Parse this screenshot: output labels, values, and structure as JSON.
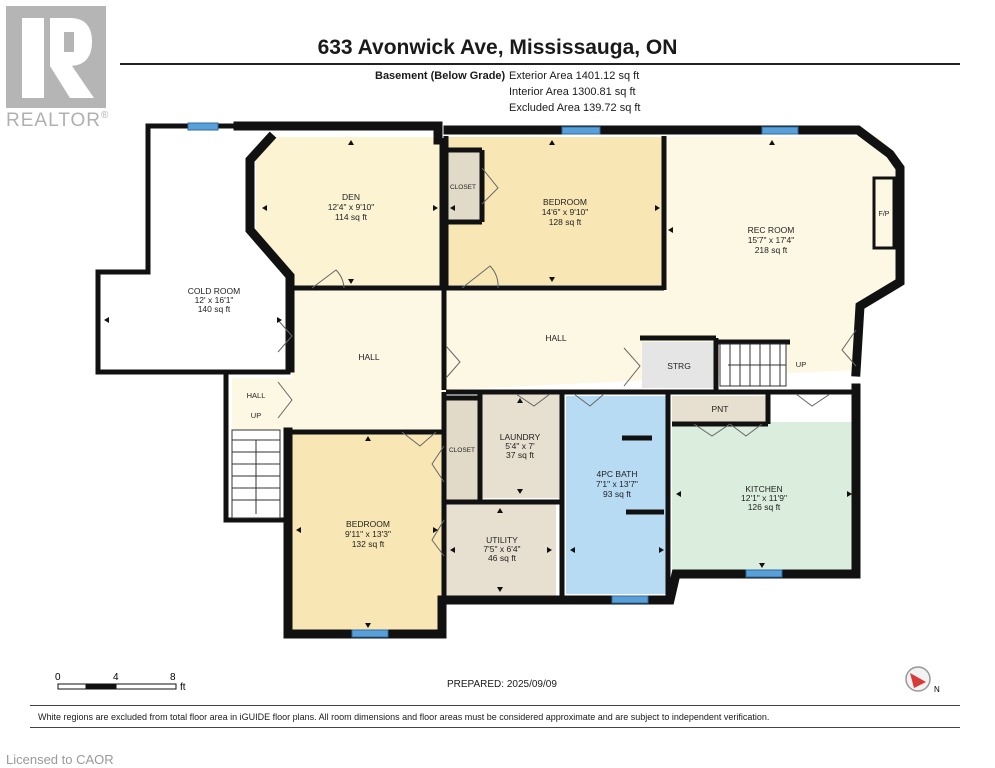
{
  "logo": {
    "text": "REALTOR",
    "reg_mark": "®"
  },
  "title": "633 Avonwick Ave, Mississauga, ON",
  "level": {
    "name": "Basement (Below Grade)",
    "areas": [
      "Exterior Area 1401.12 sq ft",
      "Interior Area 1300.81 sq ft",
      "Excluded Area 139.72 sq ft"
    ]
  },
  "rooms": {
    "den": {
      "name": "DEN",
      "dims": "12'4\" x 9'10\"",
      "area": "114 sq ft"
    },
    "bedroom1": {
      "name": "BEDROOM",
      "dims": "14'6\" x 9'10\"",
      "area": "128 sq ft"
    },
    "rec_room": {
      "name": "REC ROOM",
      "dims": "15'7\" x 17'4\"",
      "area": "218 sq ft"
    },
    "cold_room": {
      "name": "COLD ROOM",
      "dims": "12' x 16'1\"",
      "area": "140 sq ft"
    },
    "laundry": {
      "name": "LAUNDRY",
      "dims": "5'4\" x 7'",
      "area": "37 sq ft"
    },
    "bath": {
      "name": "4PC BATH",
      "dims": "7'1\" x 13'7\"",
      "area": "93 sq ft"
    },
    "kitchen": {
      "name": "KITCHEN",
      "dims": "12'1\" x 11'9\"",
      "area": "126 sq ft"
    },
    "bedroom2": {
      "name": "BEDROOM",
      "dims": "9'11\" x 13'3\"",
      "area": "132 sq ft"
    },
    "utility": {
      "name": "UTILITY",
      "dims": "7'5\" x 6'4\"",
      "area": "46 sq ft"
    }
  },
  "labels": {
    "closet": "CLOSET",
    "hall": "HALL",
    "up": "UP",
    "strg": "STRG",
    "pnt": "PNT",
    "fp": "F/P"
  },
  "colors": {
    "wall": "#111111",
    "window": "#5aa0d8",
    "den": "#fbf3d2",
    "hall": "#fdf8e4",
    "bedroom": "#f8e7b4",
    "closet": "#e2dac8",
    "laundry": "#e7dfcf",
    "utility": "#e7dfcf",
    "bath": "#b8dbf4",
    "kitchen": "#dbeedd",
    "strg": "#e5e5e5"
  },
  "scale": {
    "ticks": [
      "0",
      "4",
      "8"
    ],
    "unit": "ft"
  },
  "prepared": "PREPARED: 2025/09/09",
  "compass": {
    "label": "N"
  },
  "disclaimer": "White regions are excluded from total floor area in iGUIDE floor plans. All room dimensions and floor areas must be considered approximate and are subject to independent verification.",
  "licensed": "Licensed to CAOR"
}
